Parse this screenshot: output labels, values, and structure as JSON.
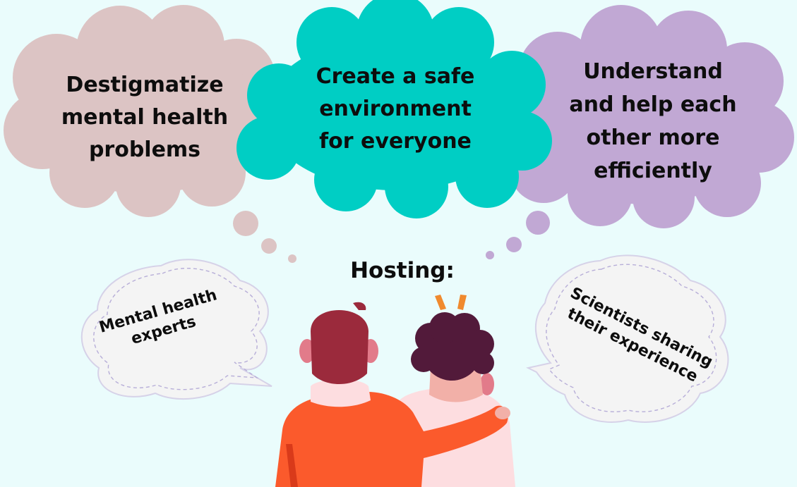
{
  "colors": {
    "background": "#eafcfc",
    "cloud_left": "#dcc4c4",
    "cloud_center": "#00cec4",
    "cloud_right": "#c1a8d4",
    "speech_bubble": "#f4f4f4",
    "person_left_hair": "#9b2a3c",
    "person_left_shirt": "#fb5a2c",
    "person_right_hair": "#521a3a",
    "person_right_shirt": "#fddde0",
    "exclamation_marks": "#f08a2e"
  },
  "goals": {
    "left": [
      "Destigmatize",
      "mental health",
      "problems"
    ],
    "center": [
      "Create a safe",
      "environment",
      "for everyone"
    ],
    "right": [
      "Understand",
      "and help each",
      "other more",
      "efficiently"
    ]
  },
  "hosting": {
    "label": "Hosting:",
    "left_bubble": [
      "Mental health",
      "experts"
    ],
    "right_bubble": [
      "Scientists sharing",
      "their experience"
    ]
  }
}
